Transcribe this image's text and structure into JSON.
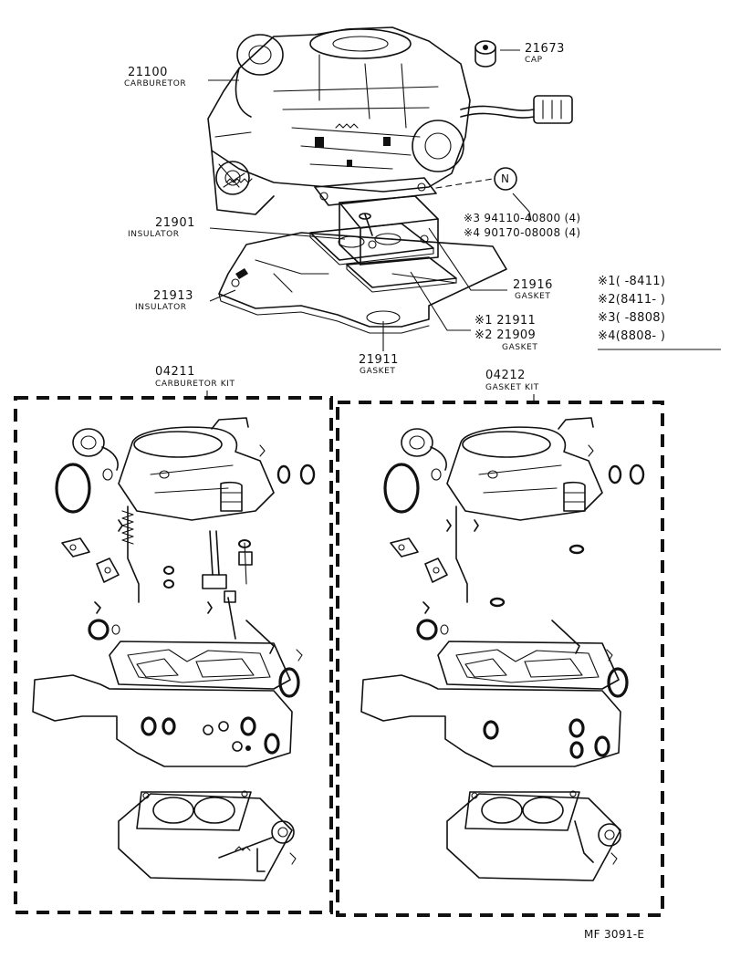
{
  "parts": {
    "carburetor": {
      "number": "21100",
      "name": "CARBURETOR"
    },
    "cap": {
      "number": "21673",
      "name": "CAP"
    },
    "insulator_1": {
      "number": "21901",
      "name": "INSULATOR"
    },
    "insulator_2": {
      "number": "21913",
      "name": "INSULATOR"
    },
    "gasket_1": {
      "number": "21916",
      "name": "GASKET"
    },
    "gasket_2": {
      "number": "21911",
      "name": "GASKET"
    },
    "gasket_3": {
      "line1": "※1 21911",
      "line2": "※2 21909",
      "name": "GASKET"
    },
    "bolt_marker": "N",
    "bolt_1": "※3 94110-40800 (4)",
    "bolt_2": "※4 90170-08008 (4)"
  },
  "date_notes": [
    {
      "mark": "※1",
      "range": "(      -8411)"
    },
    {
      "mark": "※2",
      "range": "(8411-       )"
    },
    {
      "mark": "※3",
      "range": "(      -8808)"
    },
    {
      "mark": "※4",
      "range": "(8808-       )"
    }
  ],
  "kits": [
    {
      "number": "04211",
      "name": "CARBURETOR KIT"
    },
    {
      "number": "04212",
      "name": "GASKET KIT"
    }
  ],
  "footer": {
    "code": "MF  3091-E"
  }
}
